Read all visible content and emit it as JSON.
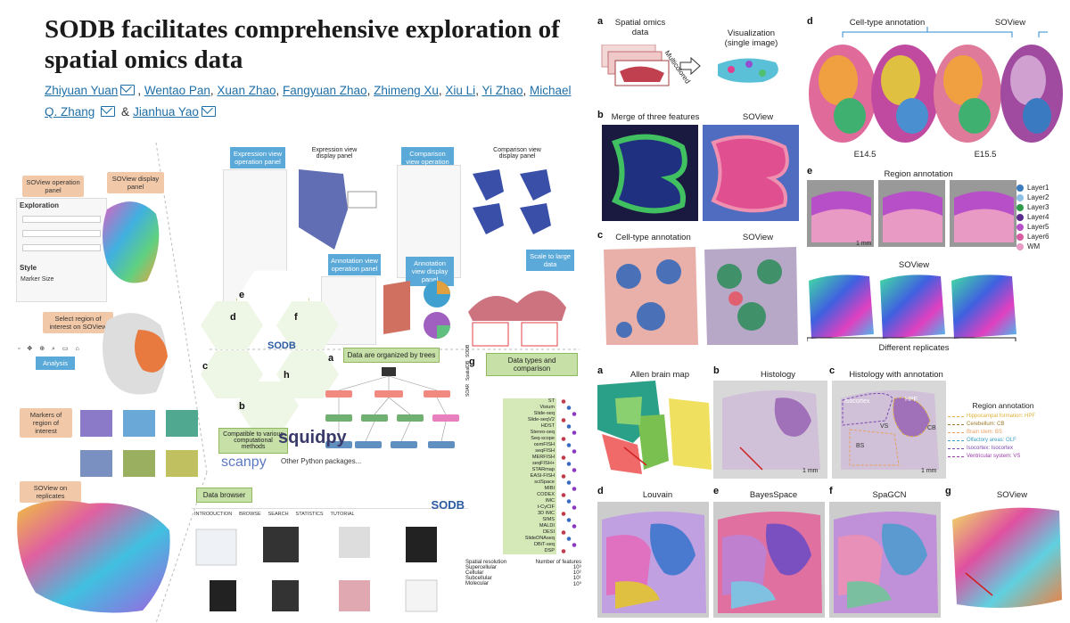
{
  "article": {
    "title": "SODB facilitates comprehensive exploration of spatial omics data",
    "authors": [
      "Zhiyuan Yuan",
      "Wentao Pan",
      "Xuan Zhao",
      "Fangyuan Zhao",
      "Zhimeng Xu",
      "Xiu Li",
      "Yi Zhao",
      "Michael Q. Zhang",
      "Jianhua Yao"
    ],
    "and_sep": "&"
  },
  "left_figure": {
    "labels": {
      "op_panel": "SOView operation panel",
      "disp_panel": "SOView display panel",
      "exploration": "Exploration",
      "style": "Style",
      "marker_size": "Marker Size",
      "select_roi": "Select region of interest on SOView",
      "analysis": "Analysis",
      "markers_roi": "Markers of region of interest",
      "replicates": "SOView on replicates",
      "expr_op": "Expression view operation panel",
      "expr_disp": "Expression view display panel",
      "comp_op": "Comparison view operation panel",
      "comp_disp": "Comparison view display panel",
      "annot_op": "Annotation view operation panel",
      "annot_disp": "Annotation view display panel",
      "scale": "Scale to large data",
      "organized": "Data are organized by trees",
      "types": "Data types and comparison",
      "compatible": "Compatible to various computational methods",
      "squidpy": "squidpy",
      "scanpy": "scanpy",
      "other_py": "Other Python packages...",
      "browser": "Data browser",
      "sodb": "SODB"
    },
    "panel_letters": [
      "a",
      "b",
      "c",
      "d",
      "e",
      "f",
      "g",
      "h"
    ],
    "nav": [
      "INTRODUCTION",
      "BROWSE",
      "SEARCH",
      "STATISTICS",
      "TUTORIAL"
    ],
    "techs": [
      "ST",
      "Visium",
      "Slide-seq",
      "Slide-seqV2",
      "HDST",
      "Stereo-seq",
      "Seq-scope",
      "osmFISH",
      "seqFISH",
      "MERFISH",
      "seqFISH+",
      "STARmap",
      "EASI-FISH",
      "sciSpace",
      "MIBI",
      "CODEX",
      "IMC",
      "t-CyCIF",
      "3D IMC",
      "SIMS",
      "MALDI",
      "DESI",
      "SlideDNAseq",
      "DBiT-seq",
      "DSP"
    ],
    "legend": {
      "resolution": "Spatial resolution",
      "res_items": [
        "Supercellular",
        "Cellular",
        "Subcellular",
        "Molecular"
      ],
      "features": "Number of features",
      "feat_items": [
        "10³",
        "10²",
        "10¹",
        "10⁰"
      ]
    },
    "dbs": [
      "SOAR",
      "SpatialDB",
      "SODB"
    ]
  },
  "right_top": {
    "a": {
      "letter": "a",
      "input": "Spatial omics data",
      "arrow": "Multicolored",
      "output": "Visualization (single image)"
    },
    "b": {
      "letter": "b",
      "left": "Merge of three features",
      "right": "SOView"
    },
    "c": {
      "letter": "c",
      "left": "Cell-type annotation",
      "right": "SOView"
    },
    "d": {
      "letter": "d",
      "left": "Cell-type annotation",
      "right": "SOView",
      "ages": [
        "E14.5",
        "E15.5"
      ]
    },
    "e": {
      "letter": "e",
      "title": "Region annotation",
      "soview": "SOView",
      "replicates": "Different replicates",
      "scale": "1 mm",
      "layers": [
        {
          "name": "Layer1",
          "color": "#3b7bbf"
        },
        {
          "name": "Layer2",
          "color": "#8ec0e6"
        },
        {
          "name": "Layer3",
          "color": "#2e9a4a"
        },
        {
          "name": "Layer4",
          "color": "#5a2b8c"
        },
        {
          "name": "Layer5",
          "color": "#b64fc8"
        },
        {
          "name": "Layer6",
          "color": "#d85aa0"
        },
        {
          "name": "WM",
          "color": "#e89ac4"
        }
      ]
    }
  },
  "right_bottom": {
    "a": {
      "letter": "a",
      "title": "Allen brain map"
    },
    "b": {
      "letter": "b",
      "title": "Histology",
      "scale": "1 mm"
    },
    "c": {
      "letter": "c",
      "title": "Histology with annotation",
      "scale": "1 mm",
      "labels": [
        "Isocortex",
        "BS",
        "HPF",
        "CB",
        "VS"
      ]
    },
    "d": {
      "letter": "d",
      "title": "Louvain"
    },
    "e": {
      "letter": "e",
      "title": "BayesSpace"
    },
    "f": {
      "letter": "f",
      "title": "SpaGCN"
    },
    "g": {
      "letter": "g",
      "title": "SOView"
    },
    "region": {
      "title": "Region annotation",
      "items": [
        {
          "name": "Hippocampal formation: HPF",
          "color": "#e0b23a"
        },
        {
          "name": "Cerebellum: CB",
          "color": "#9a7a2a"
        },
        {
          "name": "Brain stem: BS",
          "color": "#e8a060"
        },
        {
          "name": "Olfactory areas: OLF",
          "color": "#3aa0c8"
        },
        {
          "name": "Isocortex: Isocortex",
          "color": "#7a4ab0"
        },
        {
          "name": "Ventricular system: VS",
          "color": "#9a3aa8"
        }
      ]
    }
  }
}
